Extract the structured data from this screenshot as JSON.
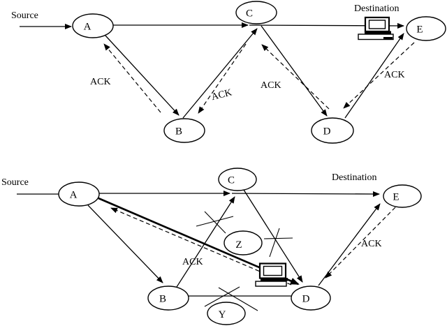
{
  "figure": {
    "ink_color": "#000000",
    "paper_color": "#ffffff"
  },
  "top_diagram": {
    "source_label": "Source",
    "destination_label": "Destination",
    "nodes": {
      "a": "A",
      "b": "B",
      "c": "C",
      "d": "D",
      "e": "E"
    },
    "ack_b_to_a": "ACK",
    "ack_c_to_b": "ACK",
    "ack_d_to_c": "ACK",
    "ack_e_to_d": "ACK"
  },
  "bottom_diagram": {
    "source_label": "Source",
    "destination_label": "Destination",
    "nodes": {
      "a": "A",
      "b": "B",
      "c": "C",
      "d": "D",
      "e": "E",
      "z": "Z",
      "y": "Y"
    },
    "ack_d_to_a": "ACK",
    "ack_e_to_d": "ACK"
  }
}
